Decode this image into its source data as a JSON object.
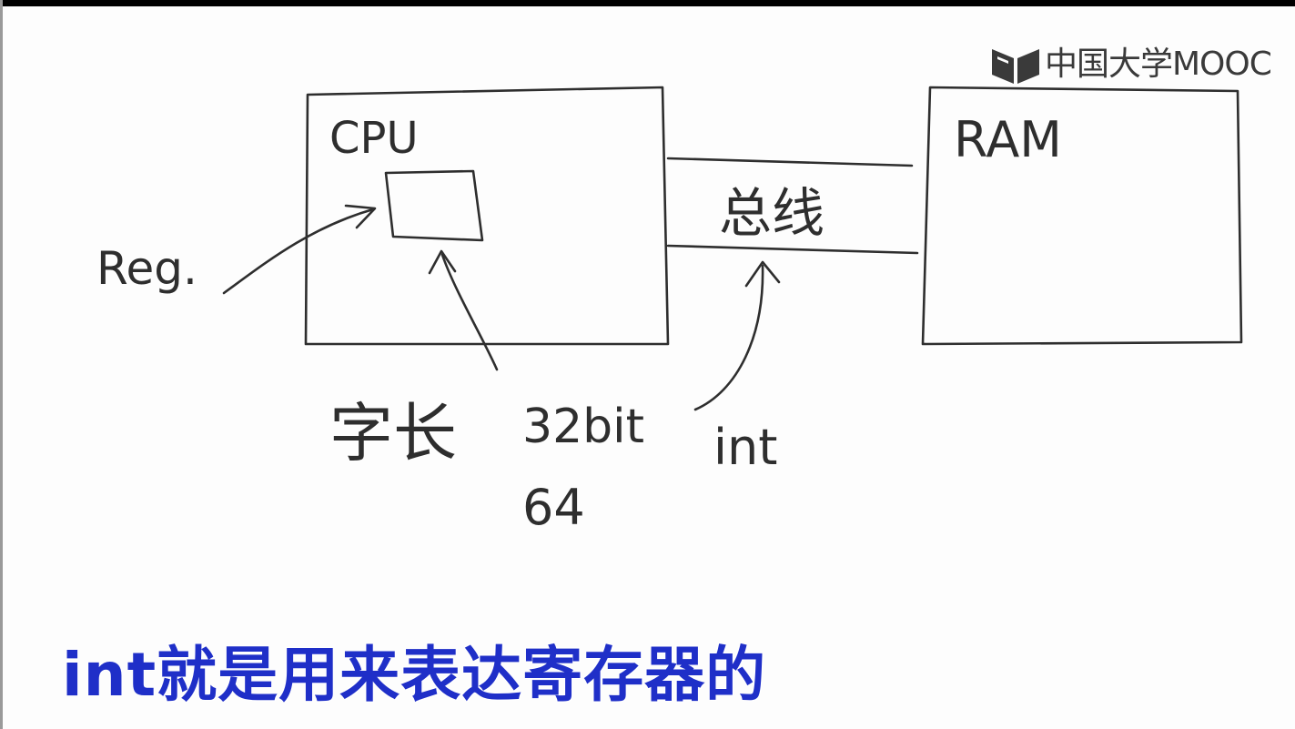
{
  "logo": {
    "icon": "mooc-book-icon",
    "text": "中国大学MOOC"
  },
  "diagram": {
    "cpu_label": "CPU",
    "ram_label": "RAM",
    "bus_label": "总线",
    "reg_label": "Reg.",
    "word_length_label": "字长",
    "bits_32_label": "32bit",
    "bits_64_label": "64",
    "int_label": "int"
  },
  "subtitle": {
    "text": "int就是用来表达寄存器的",
    "color": "#1f2fc8"
  },
  "colors": {
    "ink": "#2e2e2e",
    "background": "#fdfdfd",
    "subtitle": "#1f2fc8"
  }
}
